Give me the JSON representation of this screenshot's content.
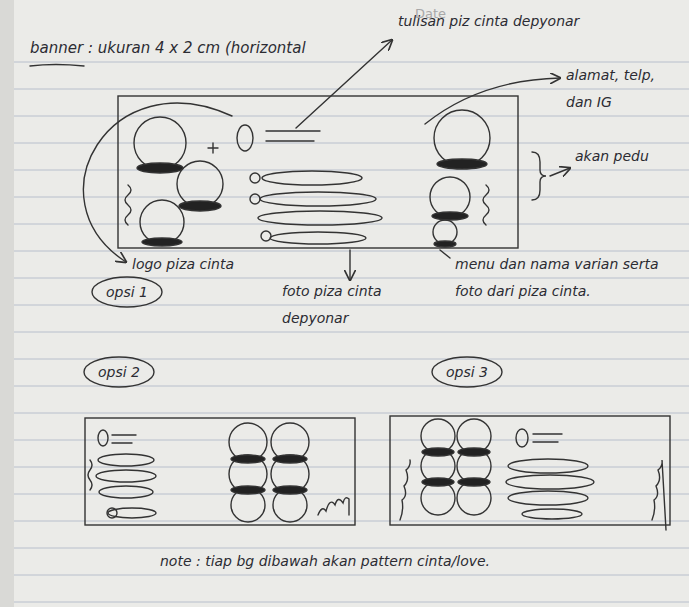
{
  "diagram": {
    "title": "banner : ukuran 4 x 2 cm (horizontal",
    "nodes": [
      {
        "text": [
          "opsi 1"
        ]
      },
      {
        "text": [
          "opsi 2"
        ]
      },
      {
        "text": [
          "opsi 3"
        ]
      }
    ],
    "labels": [
      "Date",
      "tulisan piz cinta depyonar",
      "alamat, telp, dan IG",
      "akan pedu",
      "logo piza cinta",
      "foto piza cinta depyonar",
      "menu dan nama varian serta foto dari piza cinta.",
      "note : tiap bg dibawah akan pattern cinta/love."
    ]
  }
}
